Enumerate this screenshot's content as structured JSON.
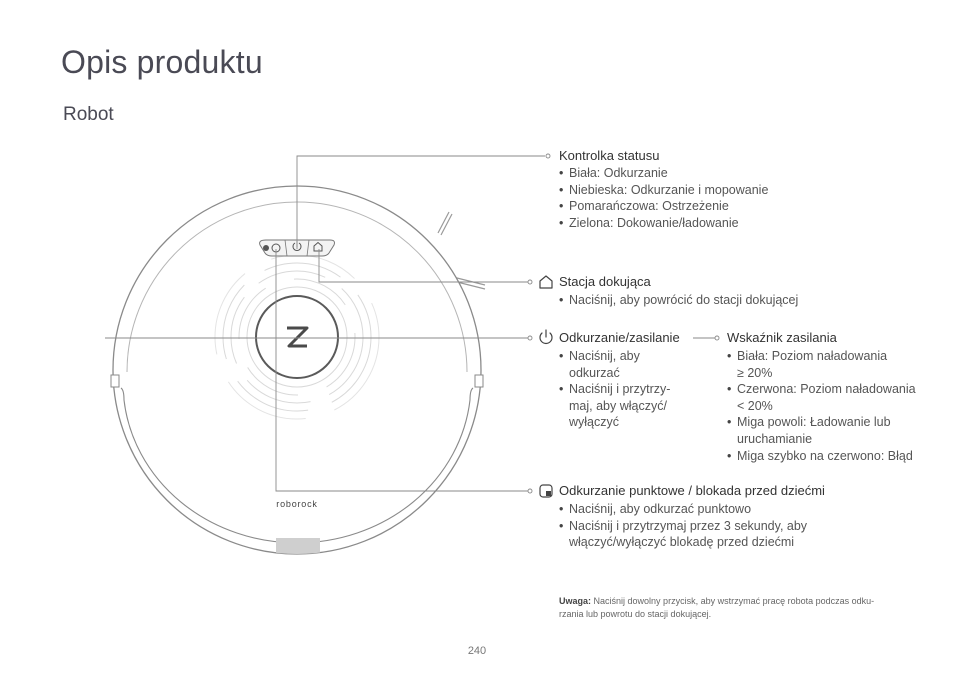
{
  "page": {
    "title": "Opis produktu",
    "subtitle": "Robot",
    "page_number": "240"
  },
  "robot": {
    "brand": "roborock"
  },
  "status_light": {
    "title": "Kontrolka statusu",
    "items": [
      "Biała: Odkurzanie",
      "Niebieska: Odkurzanie i mopowanie",
      "Pomarańczowa: Ostrzeżenie",
      "Zielona: Dokowanie/ładowanie"
    ]
  },
  "dock_button": {
    "title": "Stacja dokująca",
    "icon": "home-icon",
    "items": [
      "Naciśnij, aby powrócić do stacji dokującej"
    ]
  },
  "power_button": {
    "title": "Odkurzanie/zasilanie",
    "icon": "power-icon",
    "items": [
      [
        "Naciśnij, aby",
        "odkurzać"
      ],
      [
        "Naciśnij i przytrzy-",
        "maj, aby włączyć/",
        "wyłączyć"
      ]
    ]
  },
  "power_indicator": {
    "title": "Wskaźnik zasilania",
    "items": [
      [
        "Biała: Poziom naładowania",
        "≥ 20%"
      ],
      [
        "Czerwona: Poziom naładowania",
        "< 20%"
      ],
      [
        "Miga powoli: Ładowanie lub",
        "uruchamianie"
      ],
      [
        "Miga szybko na czerwono: Błąd"
      ]
    ]
  },
  "spot_button": {
    "title": "Odkurzanie punktowe / blokada przed dziećmi",
    "icon": "spot-lock-icon",
    "items": [
      [
        "Naciśnij, aby odkurzać punktowo"
      ],
      [
        "Naciśnij i przytrzymaj przez 3 sekundy, aby",
        "włączyć/wyłączyć blokadę przed dziećmi"
      ]
    ]
  },
  "note": {
    "label": "Uwaga:",
    "text_line1": "Naciśnij dowolny przycisk, aby wstrzymać pracę robota podczas odku-",
    "text_line2": "rzania lub powrotu do stacji dokującej."
  }
}
